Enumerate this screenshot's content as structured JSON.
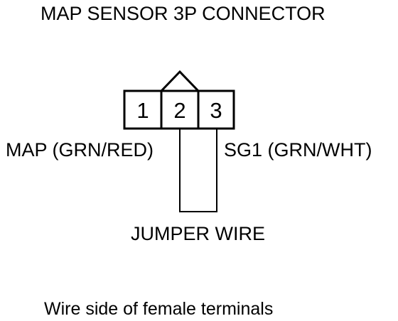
{
  "title": "MAP SENSOR 3P CONNECTOR",
  "connector": {
    "pins": [
      "1",
      "2",
      "3"
    ]
  },
  "labels": {
    "left_wire": "MAP (GRN/RED)",
    "right_wire": "SG1 (GRN/WHT)",
    "jumper": "JUMPER WIRE"
  },
  "note": "Wire side of female terminals",
  "colors": {
    "line": "#000000",
    "background": "#ffffff"
  }
}
